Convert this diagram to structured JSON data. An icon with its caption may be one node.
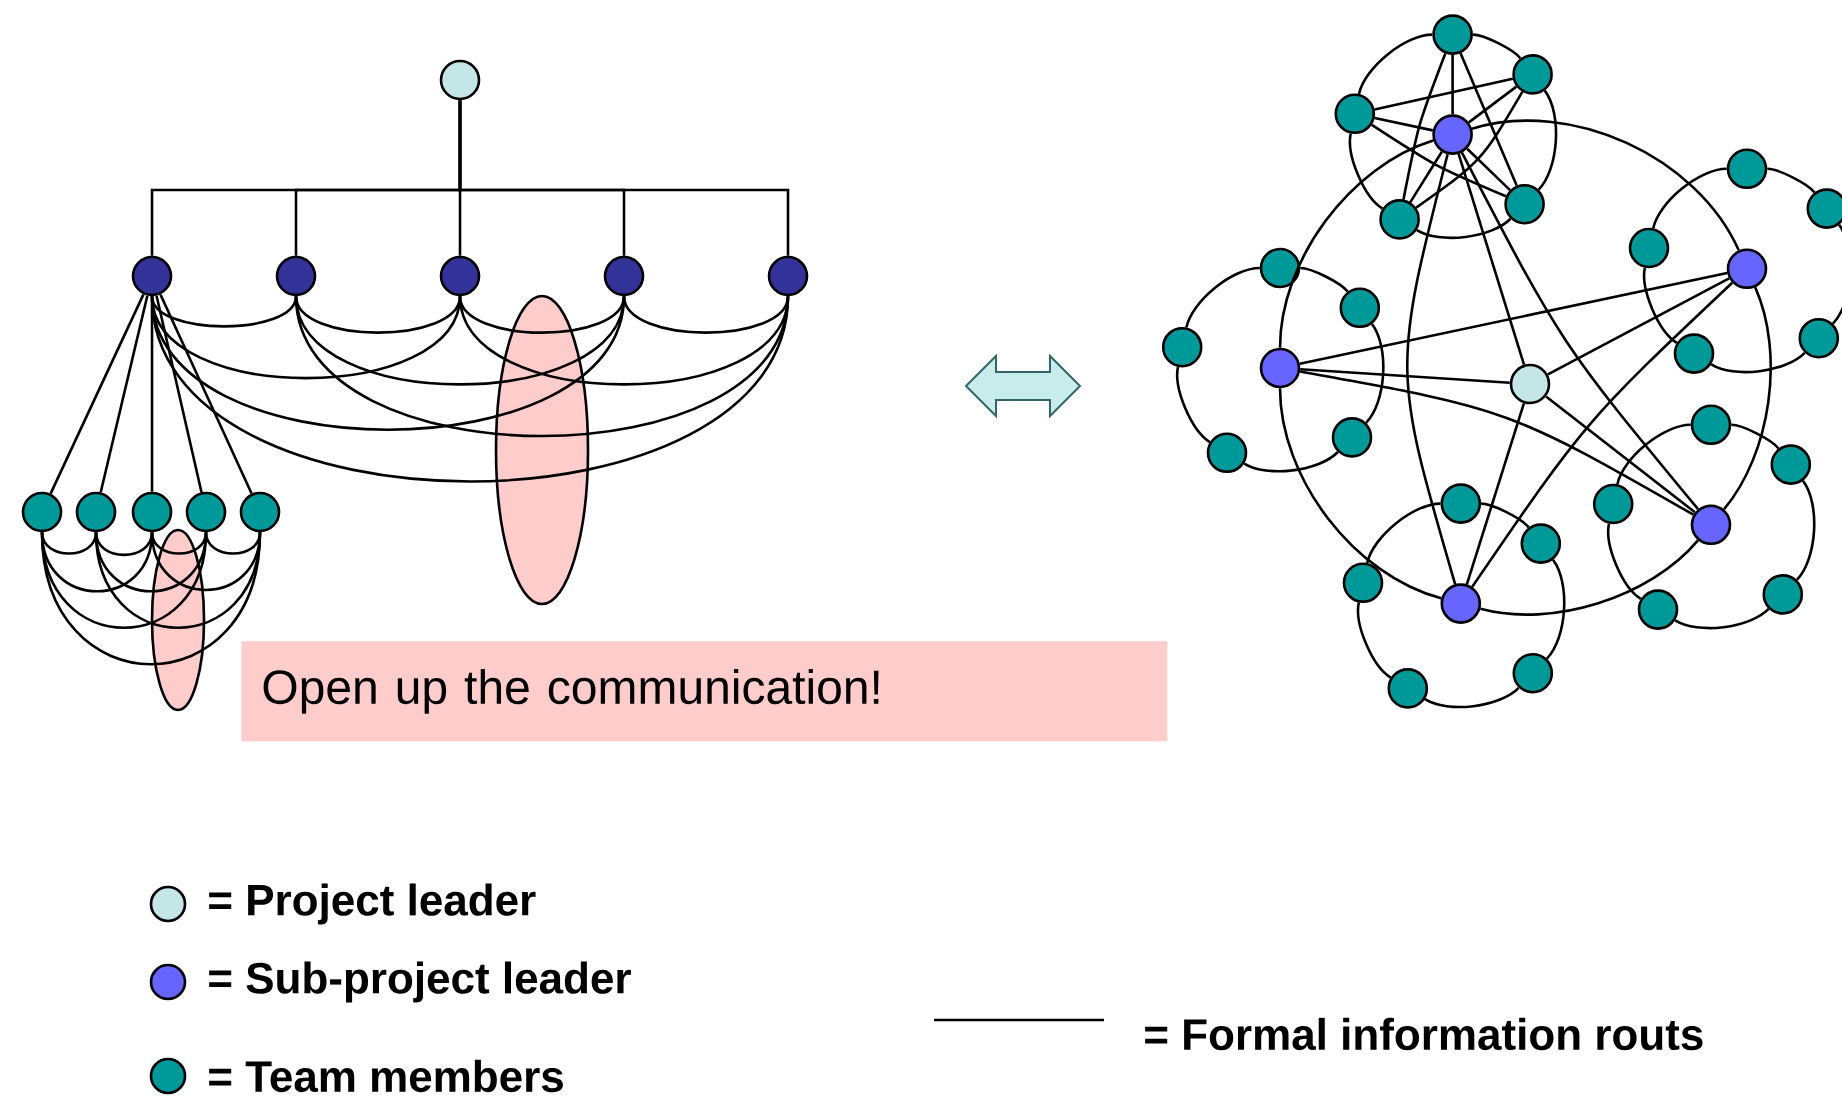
{
  "diagram": {
    "nodes": [
      {
        "text": [],
        "shape": "circle"
      },
      {
        "text": [],
        "shape": "circle"
      },
      {
        "text": [],
        "shape": "circle"
      },
      {
        "text": [],
        "shape": "circle"
      },
      {
        "text": [],
        "shape": "circle"
      },
      {
        "text": [],
        "shape": "circle"
      },
      {
        "text": [],
        "shape": "circle"
      },
      {
        "text": [],
        "shape": "circle"
      },
      {
        "text": [],
        "shape": "circle"
      },
      {
        "text": [],
        "shape": "circle"
      },
      {
        "text": [],
        "shape": "circle"
      },
      {
        "text": [
          "Open up the communication!"
        ]
      },
      {
        "text": [],
        "shape": "circle"
      },
      {
        "text": [],
        "shape": "circle"
      },
      {
        "text": [],
        "shape": "circle"
      },
      {
        "text": [],
        "shape": "circle"
      },
      {
        "text": [],
        "shape": "circle"
      },
      {
        "text": [],
        "shape": "circle"
      },
      {
        "text": [],
        "shape": "circle"
      },
      {
        "text": [],
        "shape": "circle"
      },
      {
        "text": [],
        "shape": "circle"
      },
      {
        "text": [],
        "shape": "circle"
      },
      {
        "text": [],
        "shape": "circle"
      },
      {
        "text": [],
        "shape": "circle"
      },
      {
        "text": [],
        "shape": "circle"
      },
      {
        "text": [],
        "shape": "circle"
      },
      {
        "text": [],
        "shape": "circle"
      },
      {
        "text": [],
        "shape": "circle"
      },
      {
        "text": [],
        "shape": "circle"
      },
      {
        "text": [],
        "shape": "circle"
      },
      {
        "text": [],
        "shape": "circle"
      },
      {
        "text": [],
        "shape": "circle"
      },
      {
        "text": [],
        "shape": "circle"
      },
      {
        "text": [],
        "shape": "circle"
      },
      {
        "text": [],
        "shape": "circle"
      },
      {
        "text": [],
        "shape": "circle"
      },
      {
        "text": [],
        "shape": "circle"
      },
      {
        "text": [],
        "shape": "circle"
      },
      {
        "text": [],
        "shape": "circle"
      },
      {
        "text": [],
        "shape": "circle"
      },
      {
        "text": [],
        "shape": "circle"
      },
      {
        "text": [],
        "shape": "circle"
      },
      {
        "text": [],
        "shape": "circle"
      }
    ],
    "edges": [
      {
        "from": 0,
        "to": 1,
        "arrow": "none"
      },
      {
        "from": 0,
        "to": 2,
        "arrow": "none"
      },
      {
        "from": 0,
        "to": 3,
        "arrow": "none"
      },
      {
        "from": 0,
        "to": 4,
        "arrow": "none"
      },
      {
        "from": 0,
        "to": 5,
        "arrow": "none"
      },
      {
        "from": 1,
        "to": 2,
        "arrow": "none"
      },
      {
        "from": 2,
        "to": 3,
        "arrow": "none"
      },
      {
        "from": 3,
        "to": 4,
        "arrow": "none"
      },
      {
        "from": 4,
        "to": 5,
        "arrow": "none"
      },
      {
        "from": 1,
        "to": 3,
        "arrow": "none"
      },
      {
        "from": 2,
        "to": 4,
        "arrow": "none"
      },
      {
        "from": 3,
        "to": 5,
        "arrow": "none"
      },
      {
        "from": 1,
        "to": 4,
        "arrow": "none"
      },
      {
        "from": 2,
        "to": 5,
        "arrow": "none"
      },
      {
        "from": 1,
        "to": 5,
        "arrow": "none"
      },
      {
        "from": 1,
        "to": 6,
        "arrow": "none"
      },
      {
        "from": 1,
        "to": 7,
        "arrow": "none"
      },
      {
        "from": 1,
        "to": 8,
        "arrow": "none"
      },
      {
        "from": 1,
        "to": 9,
        "arrow": "none"
      },
      {
        "from": 1,
        "to": 10,
        "arrow": "none"
      },
      {
        "from": 6,
        "to": 7,
        "arrow": "none"
      },
      {
        "from": 7,
        "to": 8,
        "arrow": "none"
      },
      {
        "from": 8,
        "to": 9,
        "arrow": "none"
      },
      {
        "from": 9,
        "to": 10,
        "arrow": "none"
      },
      {
        "from": 6,
        "to": 8,
        "arrow": "none"
      },
      {
        "from": 7,
        "to": 9,
        "arrow": "none"
      },
      {
        "from": 8,
        "to": 10,
        "arrow": "none"
      },
      {
        "from": 6,
        "to": 9,
        "arrow": "none"
      },
      {
        "from": 7,
        "to": 10,
        "arrow": "none"
      },
      {
        "from": 6,
        "to": 10,
        "arrow": "none"
      },
      {
        "from": 12,
        "to": 13,
        "arrow": "none"
      },
      {
        "from": 12,
        "to": 14,
        "arrow": "none"
      },
      {
        "from": 12,
        "to": 15,
        "arrow": "none"
      },
      {
        "from": 12,
        "to": 16,
        "arrow": "none"
      },
      {
        "from": 12,
        "to": 17,
        "arrow": "none"
      },
      {
        "from": 13,
        "to": 15,
        "arrow": "none"
      },
      {
        "from": 13,
        "to": 16,
        "arrow": "none"
      },
      {
        "from": 14,
        "to": 16,
        "arrow": "none"
      },
      {
        "from": 14,
        "to": 17,
        "arrow": "none"
      },
      {
        "from": 15,
        "to": 17,
        "arrow": "none"
      },
      {
        "from": 13,
        "to": 14,
        "arrow": "none"
      },
      {
        "from": 14,
        "to": 15,
        "arrow": "none"
      },
      {
        "from": 15,
        "to": 16,
        "arrow": "none"
      },
      {
        "from": 16,
        "to": 17,
        "arrow": "none"
      },
      {
        "from": 17,
        "to": 13,
        "arrow": "none"
      },
      {
        "from": 13,
        "to": 18,
        "arrow": "none"
      },
      {
        "from": 13,
        "to": 19,
        "arrow": "none"
      },
      {
        "from": 13,
        "to": 20,
        "arrow": "none"
      },
      {
        "from": 13,
        "to": 21,
        "arrow": "none"
      },
      {
        "from": 13,
        "to": 22,
        "arrow": "none"
      },
      {
        "from": 18,
        "to": 20,
        "arrow": "none"
      },
      {
        "from": 18,
        "to": 21,
        "arrow": "none"
      },
      {
        "from": 19,
        "to": 21,
        "arrow": "none"
      },
      {
        "from": 19,
        "to": 22,
        "arrow": "none"
      },
      {
        "from": 20,
        "to": 22,
        "arrow": "none"
      },
      {
        "from": 18,
        "to": 19,
        "arrow": "none"
      },
      {
        "from": 19,
        "to": 20,
        "arrow": "none"
      },
      {
        "from": 20,
        "to": 21,
        "arrow": "none"
      },
      {
        "from": 21,
        "to": 22,
        "arrow": "none"
      },
      {
        "from": 22,
        "to": 18,
        "arrow": "none"
      },
      {
        "from": 23,
        "to": 24,
        "arrow": "none"
      },
      {
        "from": 24,
        "to": 25,
        "arrow": "none"
      },
      {
        "from": 25,
        "to": 26,
        "arrow": "none"
      },
      {
        "from": 26,
        "to": 27,
        "arrow": "none"
      },
      {
        "from": 27,
        "to": 23,
        "arrow": "none"
      },
      {
        "from": 28,
        "to": 29,
        "arrow": "none"
      },
      {
        "from": 29,
        "to": 30,
        "arrow": "none"
      },
      {
        "from": 30,
        "to": 31,
        "arrow": "none"
      },
      {
        "from": 31,
        "to": 32,
        "arrow": "none"
      },
      {
        "from": 32,
        "to": 28,
        "arrow": "none"
      },
      {
        "from": 33,
        "to": 34,
        "arrow": "none"
      },
      {
        "from": 34,
        "to": 35,
        "arrow": "none"
      },
      {
        "from": 35,
        "to": 36,
        "arrow": "none"
      },
      {
        "from": 36,
        "to": 37,
        "arrow": "none"
      },
      {
        "from": 37,
        "to": 33,
        "arrow": "none"
      },
      {
        "from": 38,
        "to": 39,
        "arrow": "none"
      },
      {
        "from": 39,
        "to": 40,
        "arrow": "none"
      },
      {
        "from": 40,
        "to": 41,
        "arrow": "none"
      },
      {
        "from": 41,
        "to": 42,
        "arrow": "none"
      },
      {
        "from": 42,
        "to": 38,
        "arrow": "none"
      }
    ],
    "legend": [
      {
        "text": "= Project leader",
        "color": "#c4e6e6"
      },
      {
        "text": "= Sub-project leader",
        "color": "#6666ff"
      },
      {
        "text": "= Team members",
        "color": "#009999"
      },
      {
        "text": "= Formal information routs"
      }
    ]
  }
}
